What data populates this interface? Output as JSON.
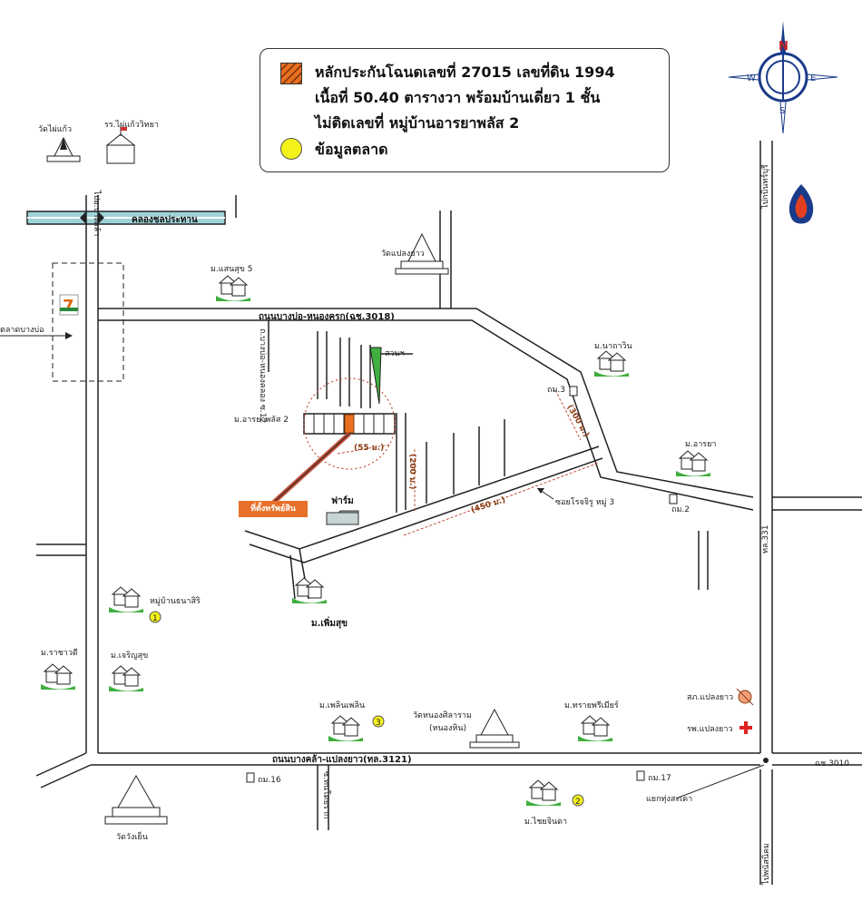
{
  "legend": {
    "line1": "หลักประกันโฉนดเลขที่ 27015 เลขที่ดิน 1994",
    "line2": "เนื้อที่ 50.40 ตารางวา พร้อมบ้านเดี่ยว 1 ชั้น",
    "line3": "ไม่ติดเลขที่  หมู่บ้านอารยาพลัส 2",
    "line4": "ข้อมูลตลาด",
    "parcel_color": "#e87020",
    "market_color": "#f5f21a"
  },
  "compass": {
    "n": "N",
    "s": "S",
    "e": "E",
    "w": "W"
  },
  "labels": {
    "wat_phai_kaew": "วัดไผ่แก้ว",
    "school": "รร.ไผ่แก้ววิทยา",
    "to_bang_kla": "ไปอ.บางคล้า",
    "canal": "คลองชลประทาน",
    "wat_plaeng_yao": "วัดแปลงยาว",
    "m_saensuk5": "ม.แสนสุข 5",
    "market_bang_bo": "ตลาดบางบ่อ",
    "main_road": "ถนนบางบ่อ-หนองครก(ฉช.3018)",
    "side_road": "ถ.บางบ่อ-หนองคลอง ซ.12",
    "park": "สวนฯ",
    "m_araya_plus2": "ม.อารยาพลัส 2",
    "d55": "(55 ม.)",
    "d200": "(200 ม.)",
    "d300": "(300 ม.)",
    "d450": "(450 ม.)",
    "parcel_loc": "ที่ตั้งทรัพย์สิน",
    "farm": "ฟาร์ม",
    "m_navawin": "ม.นาถาวิน",
    "tower3": "ถม.3",
    "m_araya": "ม.อารยา",
    "soi": "ซอยโรจจิรู หมู่ 3",
    "tower2": "ถม.2",
    "to_phanom": "ไปกบินทร์บุรี",
    "hw331": "ทล.331",
    "m_thanasiri": "หมู่บ้านธนาสิริ",
    "m_phoemsuk": "ม.เพิ่มสุข",
    "m_ratchawadee": "ม.ราชาวดี",
    "m_charoensuk": "ม.เจริญสุข",
    "m_plernploen": "ม.เพลินเพลิน",
    "wat_nong_hin": "วัดหนองศิลาราม\n(หนองหิน)",
    "wat_nong_hin_1": "วัดหนองศิลาราม",
    "wat_nong_hin_2": "(หนองหิน)",
    "m_sapphire": "ม.ทรายพรีเมียร์",
    "police": "สภ.แปลงยาว",
    "hospital": "รพ.แปลงยาว",
    "road_bottom": "ถนนบางคล้า-แปลงยาว(ทล.3121)",
    "chach3010": "ฉช.3010",
    "tower16": "ถม.16",
    "soi_vert": "ซ.ทนโดยราก",
    "tower17": "ถม.17",
    "junction": "แยกทุ่งสะเดา",
    "m_chaiwit": "ม.ไชยจินดา",
    "wat_wang_yen": "วัดวังเย็น",
    "to_phanat": "ไปพนัสนิคม",
    "m1": "1",
    "m2": "2",
    "m3": "3"
  }
}
